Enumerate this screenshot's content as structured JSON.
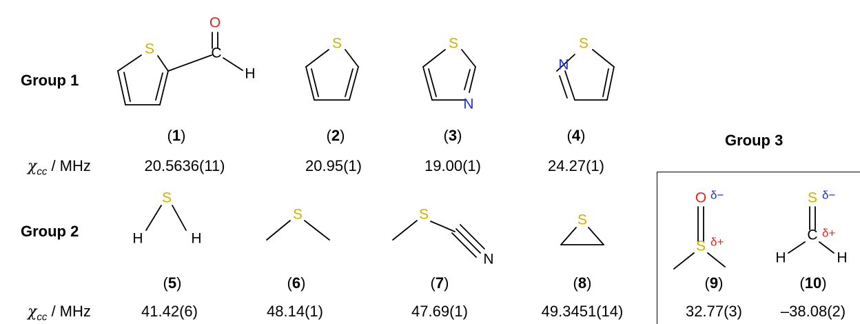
{
  "groups": {
    "group1": "Group 1",
    "group2": "Group 2",
    "group3": "Group 3"
  },
  "row_label": {
    "symbol": "χ",
    "subscript": "cc",
    "unit": " / MHz"
  },
  "compounds": {
    "c1": {
      "number": "1",
      "value": "20.5636(11)"
    },
    "c2": {
      "number": "2",
      "value": "20.95(1)"
    },
    "c3": {
      "number": "3",
      "value": "19.00(1)"
    },
    "c4": {
      "number": "4",
      "value": "24.27(1)"
    },
    "c5": {
      "number": "5",
      "value": "41.42(6)"
    },
    "c6": {
      "number": "6",
      "value": "48.14(1)"
    },
    "c7": {
      "number": "7",
      "value": "47.69(1)"
    },
    "c8": {
      "number": "8",
      "value": "49.3451(14)"
    },
    "c9": {
      "number": "9",
      "value": "32.77(3)"
    },
    "c10": {
      "number": "10",
      "value": "–38.08(2)"
    }
  },
  "atoms": {
    "S": "S",
    "O": "O",
    "N": "N",
    "C": "C",
    "H": "H"
  },
  "charges": {
    "minus": "δ−",
    "plus": "δ+"
  },
  "colors": {
    "sulfur": "#c8b400",
    "oxygen": "#e8241b",
    "nitrogen": "#1d2ee0",
    "carbon": "#000000",
    "hydrogen": "#000000",
    "delta_minus": "#1d2ee0",
    "delta_plus": "#e8241b"
  }
}
